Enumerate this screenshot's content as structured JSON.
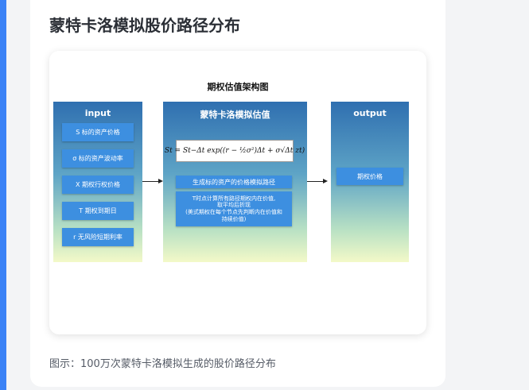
{
  "page_title": "蒙特卡洛模拟股价路径分布",
  "caption": "图示：100万次蒙特卡洛模拟生成的股价路径分布",
  "diagram": {
    "title": "期权估值架构图",
    "input_panel": {
      "title": "input",
      "items": [
        "S 标的资产价格",
        "σ 标的资产波动率",
        "X 期权行权价格",
        "T 期权到期日",
        "r 无风险短期利率"
      ]
    },
    "model_panel": {
      "title": "蒙特卡洛模拟估值",
      "formula": "St = St−Δt exp((r − ½σ²)Δt + σ√Δt zt)",
      "step1": "生成标的资产的价格模拟路径",
      "step2_lines": [
        "T时点计算所有路径期权内在价值,",
        "取平均后折现",
        "(美式期权在每个节点先判断内在价值和",
        "持续价值)"
      ]
    },
    "output_panel": {
      "title": "output",
      "items": [
        "期权价格"
      ]
    }
  },
  "colors": {
    "accent_bar": "#3b82f6",
    "button": "#3d8fe0",
    "panel_top": "#2f6fb0",
    "panel_bottom": "#f3f9c8"
  }
}
